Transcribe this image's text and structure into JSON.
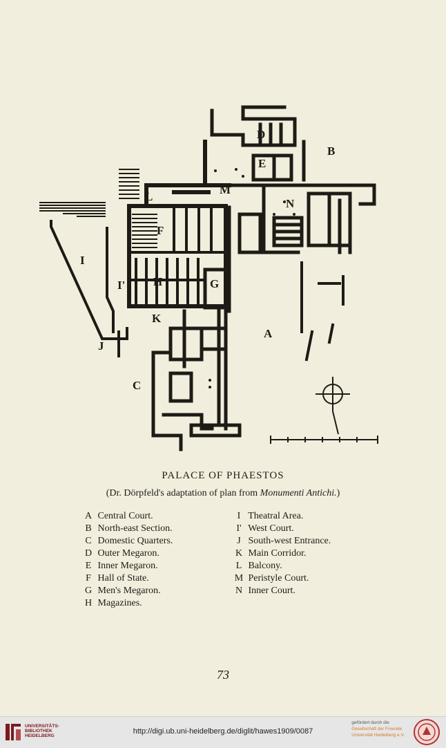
{
  "plan": {
    "labels": {
      "a": "A",
      "b": "B",
      "c": "C",
      "d": "D",
      "e": "E",
      "f": "F",
      "g": "G",
      "h": "H",
      "i": "I",
      "i_prime": "I'",
      "j": "J",
      "k": "K",
      "l": "L",
      "m": "M",
      "n": "N"
    }
  },
  "caption": {
    "title": "PALACE OF PHAESTOS",
    "subtitle_prefix": "(Dr. Dörpfeld's adaptation of plan from ",
    "subtitle_italic": "Monumenti Antichi.",
    "subtitle_suffix": ")"
  },
  "legend": {
    "left": [
      {
        "key": "A",
        "text": "Central Court."
      },
      {
        "key": "B",
        "text": "North-east Section."
      },
      {
        "key": "C",
        "text": "Domestic Quarters."
      },
      {
        "key": "D",
        "text": "Outer Megaron."
      },
      {
        "key": "E",
        "text": "Inner Megaron."
      },
      {
        "key": "F",
        "text": "Hall of State."
      },
      {
        "key": "G",
        "text": "Men's Megaron."
      },
      {
        "key": "H",
        "text": "Magazines."
      }
    ],
    "right": [
      {
        "key": "I",
        "text": "Theatral Area."
      },
      {
        "key": "I'",
        "text": "West Court."
      },
      {
        "key": "J",
        "text": "South-west Entrance."
      },
      {
        "key": "K",
        "text": "Main Corridor."
      },
      {
        "key": "L",
        "text": "Balcony."
      },
      {
        "key": "M",
        "text": "Peristyle Court."
      },
      {
        "key": "N",
        "text": "Inner Court."
      }
    ]
  },
  "page_number": "73",
  "footer": {
    "library_line1": "UNIVERSITÄTS-",
    "library_line2": "BIBLIOTHEK",
    "library_line3": "HEIDELBERG",
    "url": "http://digi.ub.uni-heidelberg.de/diglit/hawes1909/0087",
    "sponsor_label": "gefördert durch die",
    "sponsor_org1": "Gesellschaft der Freunde",
    "sponsor_org2": "Universität Heidelberg e.V."
  },
  "colors": {
    "paper": "#f1eedd",
    "ink": "#1e1b16",
    "library_red": "#7b1a1f",
    "sponsor_orange": "#d27a2a"
  }
}
